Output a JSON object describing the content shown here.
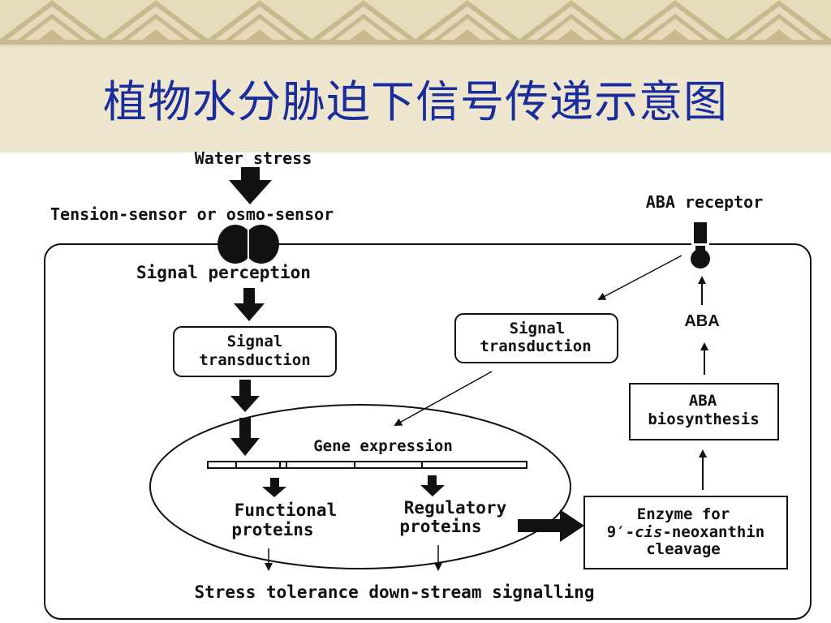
{
  "slide": {
    "title": "植物水分胁迫下信号传递示意图"
  },
  "diagram": {
    "water_stress": "Water stress",
    "sensor": "Tension-sensor or osmo-sensor",
    "signal_perception": "Signal perception",
    "left_transduction": [
      "Signal",
      "transduction"
    ],
    "right_transduction": [
      "Signal",
      "transduction"
    ],
    "aba_receptor": "ABA receptor",
    "aba": "ABA",
    "aba_biosynthesis": [
      "ABA",
      "biosynthesis"
    ],
    "gene_expression": "Gene expression",
    "functional_proteins": [
      "Functional",
      "proteins"
    ],
    "regulatory_proteins": [
      "Regulatory",
      "proteins"
    ],
    "enzyme": {
      "line1": "Enzyme for",
      "line2_prefix": "9′-",
      "line2_italic": "cis",
      "line2_suffix": "-neoxanthin",
      "line3": "cleavage"
    },
    "bottom": "Stress tolerance down-stream signalling"
  }
}
